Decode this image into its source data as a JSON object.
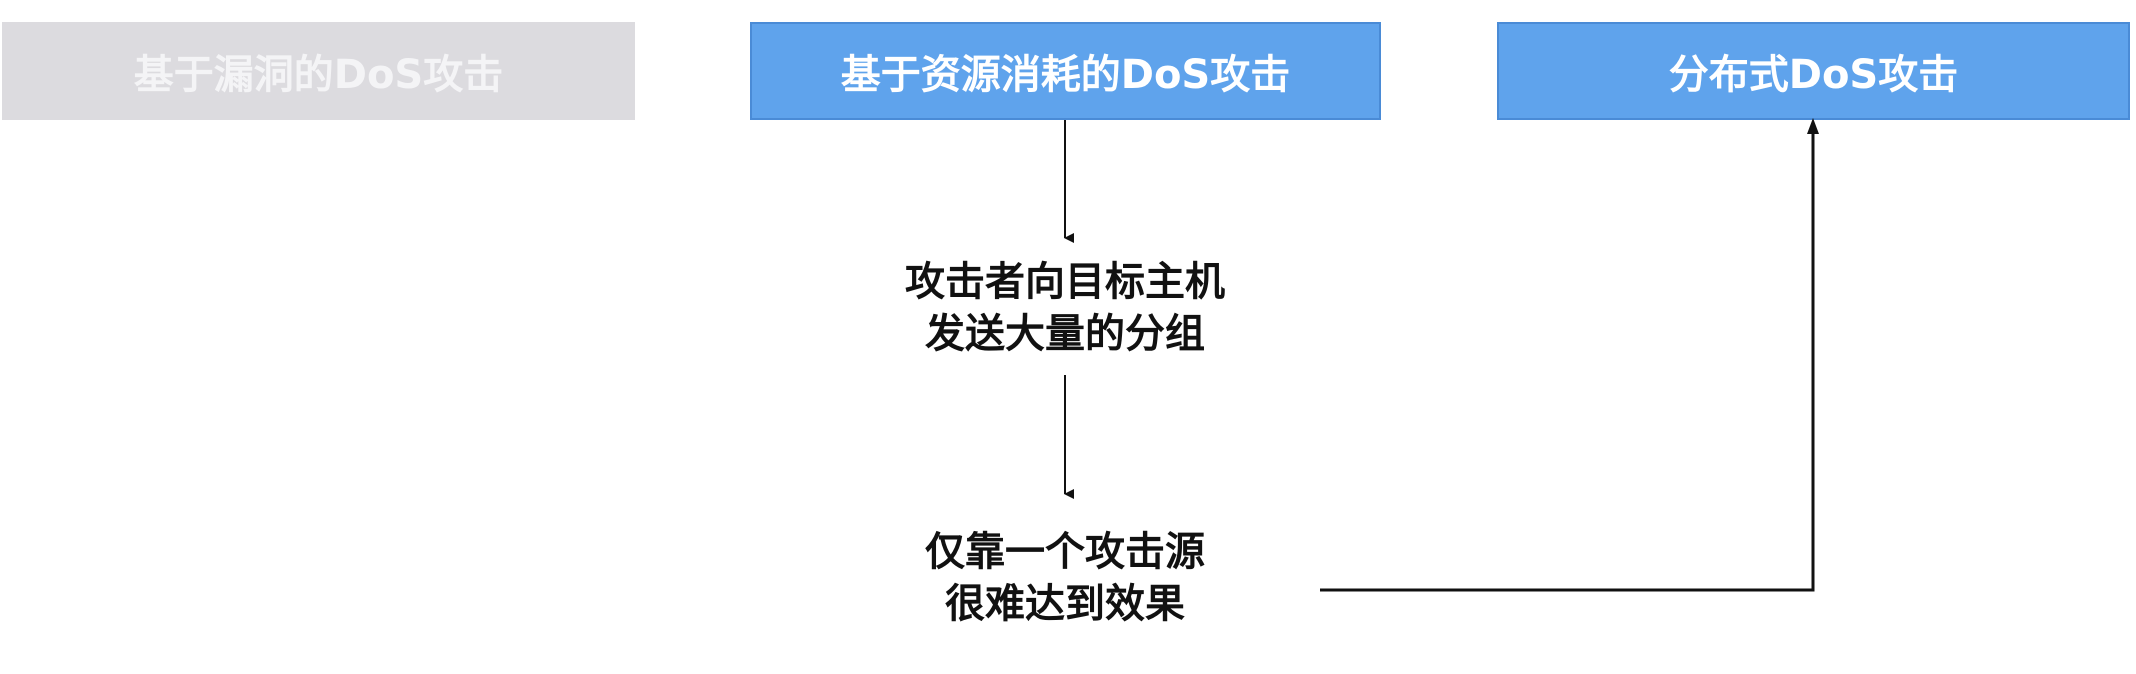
{
  "boxes": {
    "vuln": "基于漏洞的DoS攻击",
    "resource": "基于资源消耗的DoS攻击",
    "distributed": "分布式DoS攻击"
  },
  "steps": {
    "step1_line1": "攻击者向目标主机",
    "step1_line2": "发送大量的分组",
    "step2_line1": "仅靠一个攻击源",
    "step2_line2": "很难达到效果"
  },
  "colors": {
    "blue": "#5fa3ec",
    "grey": "#dcdbdf"
  }
}
